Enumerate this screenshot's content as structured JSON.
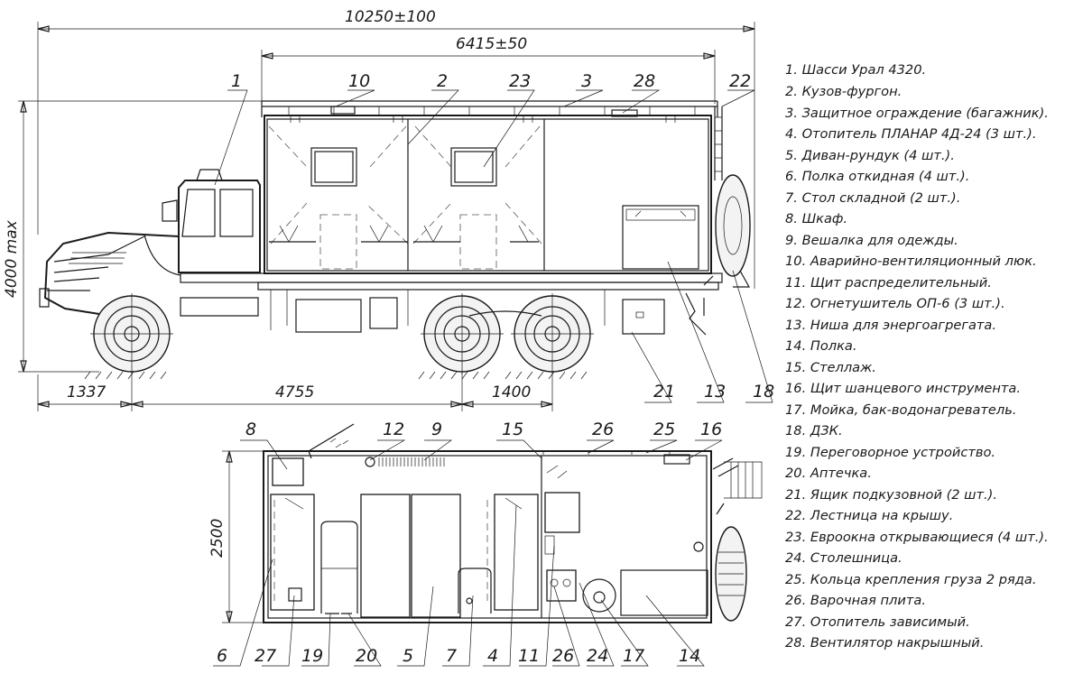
{
  "dimensions": {
    "overall_length": "10250±100",
    "body_length": "6415±50",
    "height": "4000 max",
    "width": "2500",
    "front_overhang": "1337",
    "wheelbase": "4755",
    "rear_axle_spacing": "1400"
  },
  "side_callouts": [
    "1",
    "10",
    "2",
    "23",
    "3",
    "28",
    "22",
    "21",
    "13",
    "18"
  ],
  "plan_callouts_top": [
    "8",
    "12",
    "9",
    "15",
    "26",
    "25",
    "16"
  ],
  "plan_callouts_bottom": [
    "6",
    "27",
    "19",
    "20",
    "5",
    "7",
    "4",
    "11",
    "26",
    "24",
    "17",
    "14"
  ],
  "legend": [
    "1. Шасси Урал 4320.",
    "2. Кузов-фургон.",
    "3. Защитное ограждение (багажник).",
    "4. Отопитель ПЛАНАР 4Д-24 (3 шт.).",
    "5. Диван-рундук (4 шт.).",
    "6. Полка откидная (4 шт.).",
    "7. Стол складной (2 шт.).",
    "8. Шкаф.",
    "9. Вешалка для одежды.",
    "10. Аварийно-вентиляционный люк.",
    "11. Щит распределительный.",
    "12. Огнетушитель ОП-6 (3 шт.).",
    "13. Ниша для энергоагрегата.",
    "14. Полка.",
    "15. Стеллаж.",
    "16. Щит шанцевого инструмента.",
    "17. Мойка, бак-водонагреватель.",
    "18. ДЗК.",
    "19. Переговорное устройство.",
    "20. Аптечка.",
    "21. Ящик подкузовной (2 шт.).",
    "22. Лестница на крышу.",
    "23. Евроокна открывающиеся (4 шт.).",
    "24. Столешница.",
    "25. Кольца крепления груза 2 ряда.",
    "26. Варочная плита.",
    "27. Отопитель зависимый.",
    "28. Вентилятор накрышный."
  ]
}
